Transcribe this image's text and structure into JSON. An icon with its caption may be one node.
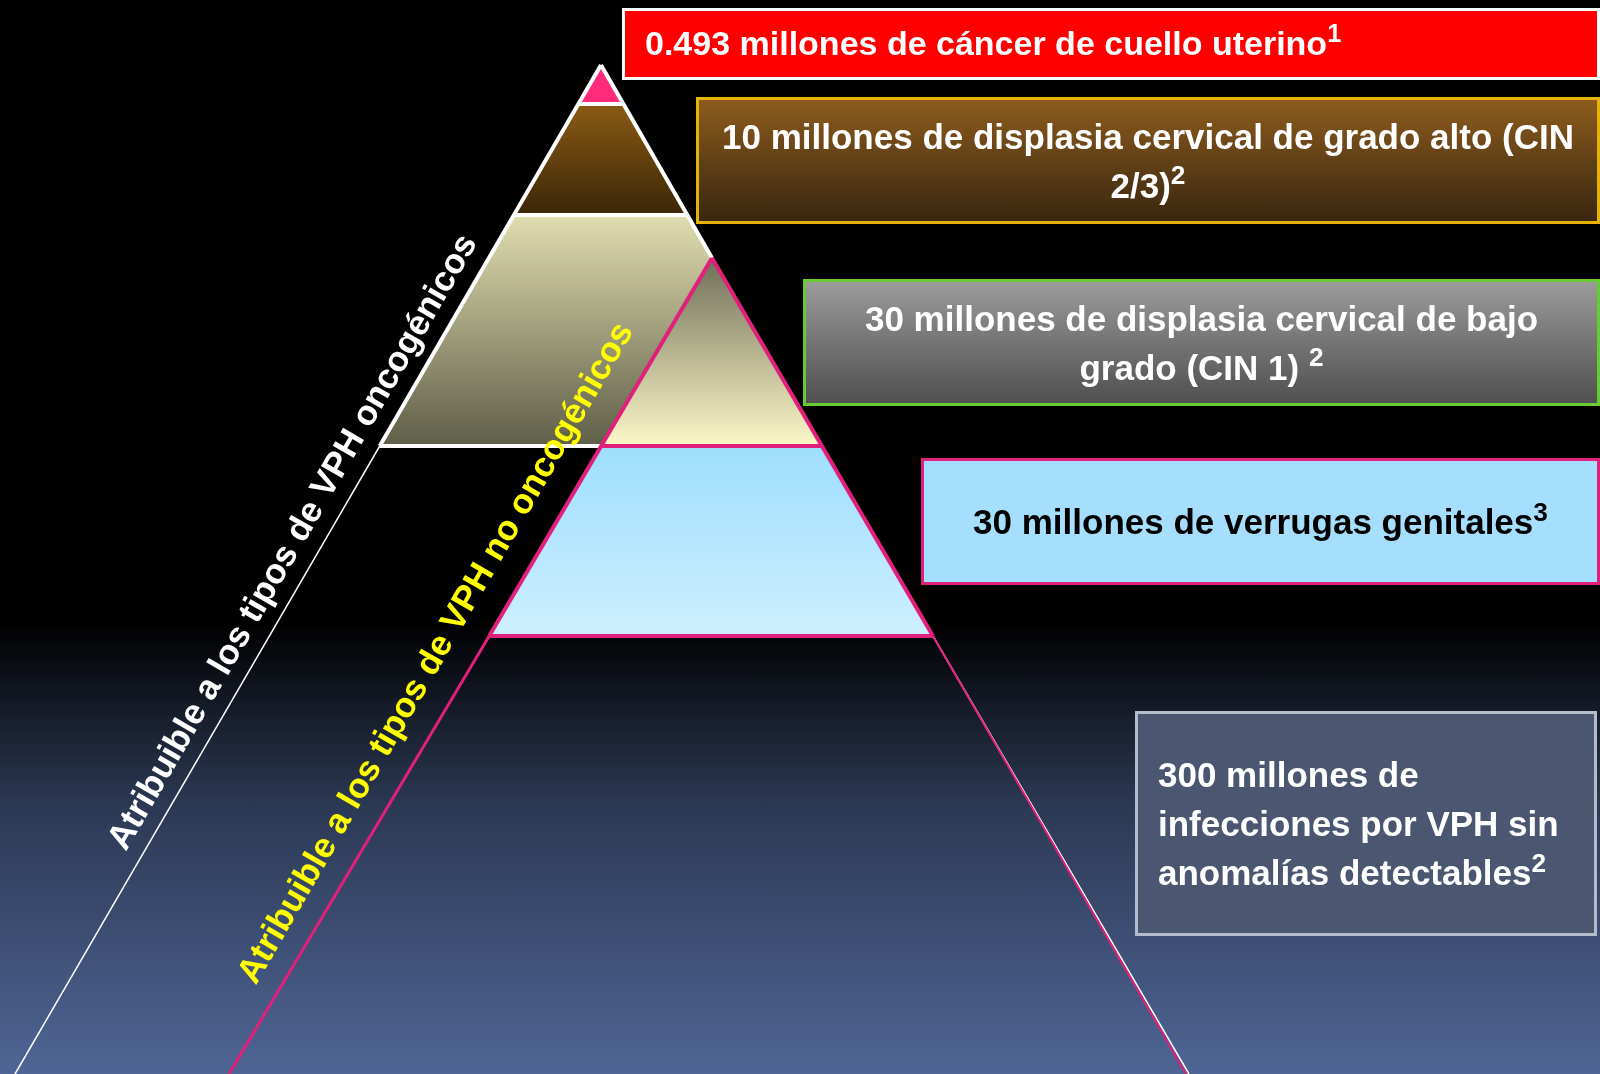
{
  "diagram": {
    "nodes": [
      {
        "text": [
          "0.493 millones de cáncer de cuello uterino$^{1}$"
        ]
      },
      {
        "text": [
          "10 millones de displasia cervical de grado alto (CIN 2/3)$^{2}$"
        ]
      },
      {
        "text": [
          "30 millones de displasia cervical de bajo grado (CIN 1) $^{2}$"
        ]
      },
      {
        "text": [
          "30 millones de verrugas genitales$^{3}$"
        ]
      },
      {
        "text": [
          "300 millones de infecciones por VPH sin anomalías detectables$^{2}$"
        ]
      }
    ],
    "labels": [
      "Atribuible a los tipos de VPH oncogénicos",
      "Atribuible a los tipos de VPH no oncogénicos"
    ]
  }
}
